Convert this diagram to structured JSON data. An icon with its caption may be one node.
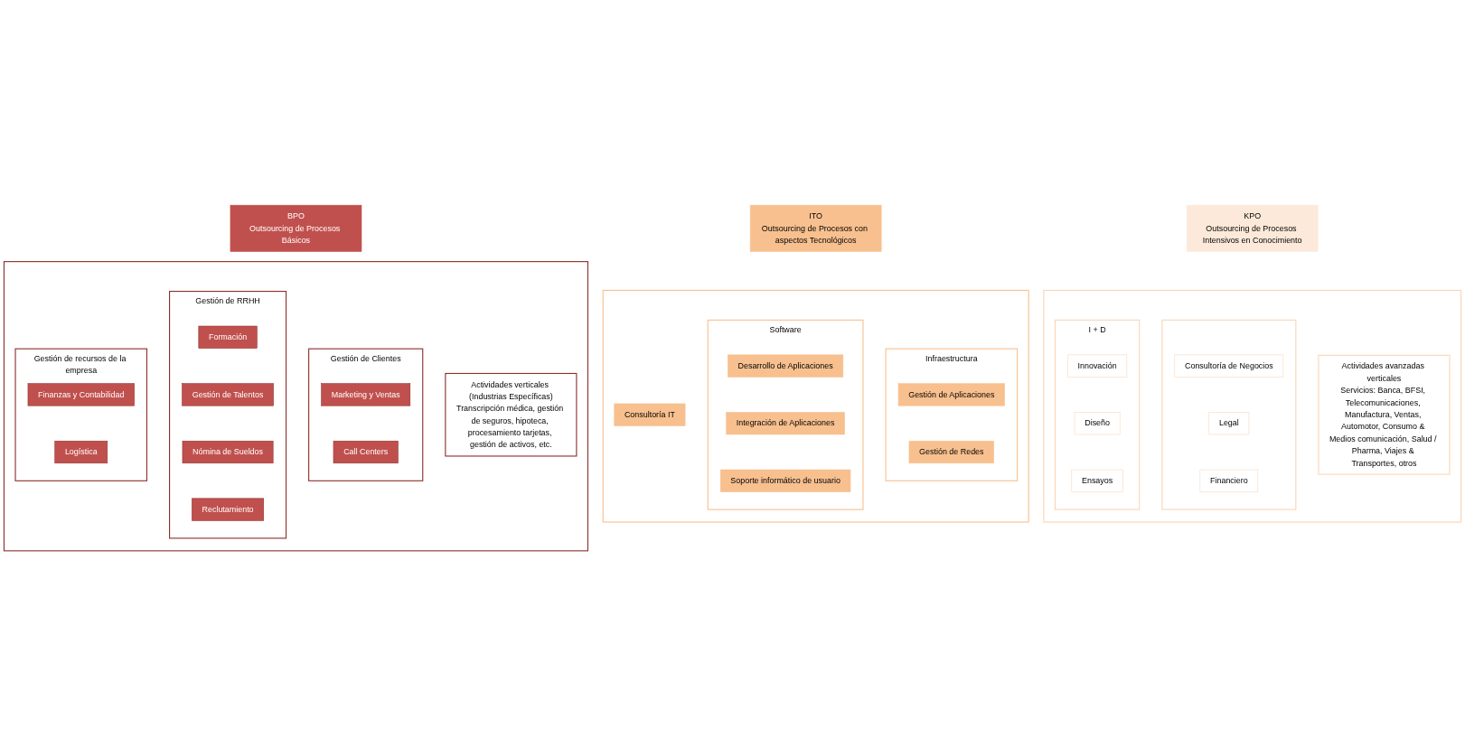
{
  "diagram": {
    "nodes": [
      {
        "text": [
          "BPO",
          "Outsourcing de Procesos Básicos"
        ]
      },
      {
        "text": [
          "ITO",
          "Outsourcing de Procesos con aspectos Tecnológicos"
        ]
      },
      {
        "text": [
          "KPO",
          "Outsourcing de Procesos Intensivos en Conocimiento"
        ]
      },
      {
        "text": [],
        "shape": "box"
      },
      {
        "text": [
          "Gestión de recursos de la empresa"
        ],
        "in": 3
      },
      {
        "text": [
          "Finanzas y Contabilidad"
        ],
        "in": 4
      },
      {
        "text": [
          "Logística"
        ],
        "in": 4
      },
      {
        "text": [
          "Gestión de RRHH"
        ],
        "in": 3
      },
      {
        "text": [
          "Formación"
        ],
        "in": 7
      },
      {
        "text": [
          "Gestión de Talentos"
        ],
        "in": 7
      },
      {
        "text": [
          "Nómina de Sueldos"
        ],
        "in": 7
      },
      {
        "text": [
          "Reclutamiento"
        ],
        "in": 7
      },
      {
        "text": [
          "Gestión de Clientes"
        ],
        "in": 3
      },
      {
        "text": [
          "Marketing y Ventas"
        ],
        "in": 12
      },
      {
        "text": [
          "Call Centers"
        ],
        "in": 12
      },
      {
        "text": [
          "Actividades verticales (Industrias Específicas)",
          "Transcripción médica, gestión de seguros, hipoteca, procesamiento tarjetas, gestión de activos, etc."
        ],
        "in": 3
      },
      {
        "text": [],
        "shape": "box"
      },
      {
        "text": [
          "Consultoría IT"
        ],
        "in": 16
      },
      {
        "text": [
          "Software"
        ],
        "in": 16
      },
      {
        "text": [
          "Desarrollo de Aplicaciones"
        ],
        "in": 18
      },
      {
        "text": [
          "Integración de Aplicaciones"
        ],
        "in": 18
      },
      {
        "text": [
          "Soporte informático de usuario"
        ],
        "in": 18
      },
      {
        "text": [
          "Infraestructura"
        ],
        "in": 16
      },
      {
        "text": [
          "Gestión de Aplicaciones"
        ],
        "in": 22
      },
      {
        "text": [
          "Gestión de Redes"
        ],
        "in": 22
      },
      {
        "text": [],
        "shape": "box"
      },
      {
        "text": [
          "I + D"
        ],
        "in": 25
      },
      {
        "text": [
          "Innovación"
        ],
        "in": 26
      },
      {
        "text": [
          "Diseño"
        ],
        "in": 26
      },
      {
        "text": [
          "Ensayos"
        ],
        "in": 26
      },
      {
        "text": [],
        "shape": "box",
        "in": 25
      },
      {
        "text": [
          "Consultoría de Negocios"
        ],
        "in": 30
      },
      {
        "text": [
          "Legal"
        ],
        "in": 30
      },
      {
        "text": [
          "Financiero"
        ],
        "in": 30
      },
      {
        "text": [
          "Actividades avanzadas verticales",
          "Servicios: Banca, BFSI, Telecomunicaciones, Manufactura, Ventas, Automotor, Consumo & Medios comunicación, Salud / Pharma, Viajes & Transportes, otros"
        ],
        "in": 25
      }
    ]
  }
}
